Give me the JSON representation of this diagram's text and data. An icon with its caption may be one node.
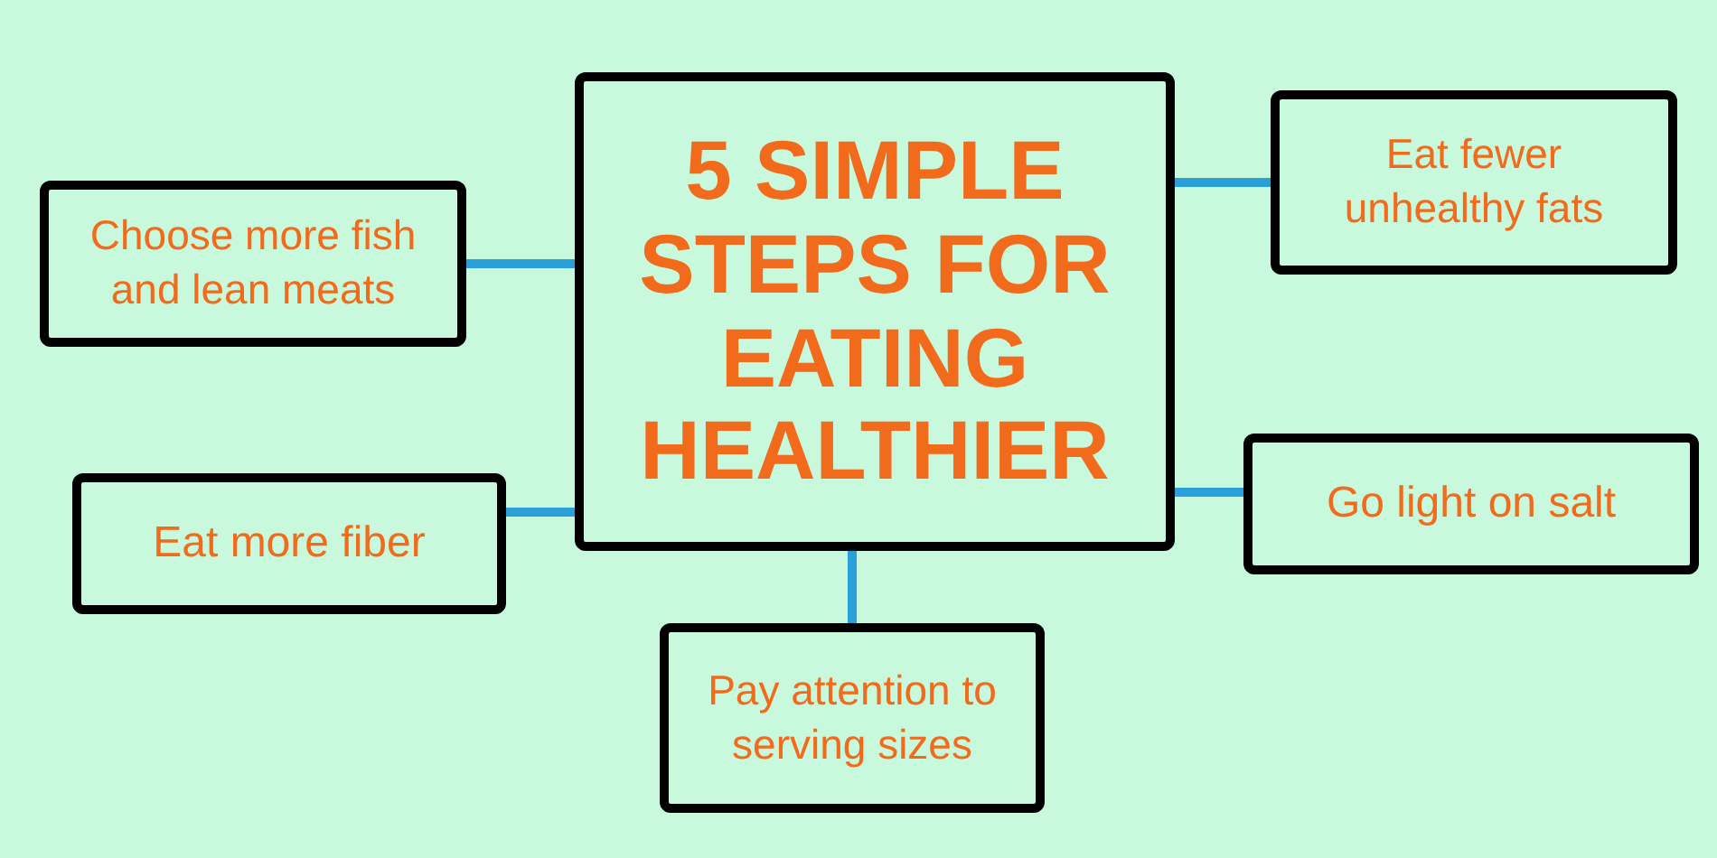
{
  "diagram": {
    "nodes": [
      {
        "text": [
          "5 SIMPLE STEPS FOR EATING HEALTHIER"
        ]
      },
      {
        "text": [
          "Choose more fish and lean meats"
        ]
      },
      {
        "text": [
          "Eat more fiber"
        ]
      },
      {
        "text": [
          "Pay attention to serving sizes"
        ]
      },
      {
        "text": [
          "Eat fewer unhealthy fats"
        ]
      },
      {
        "text": [
          "Go light on salt"
        ]
      }
    ],
    "edges": [
      {
        "from": 0,
        "to": 1,
        "arrow": "none"
      },
      {
        "from": 0,
        "to": 2,
        "arrow": "none"
      },
      {
        "from": 0,
        "to": 3,
        "arrow": "none"
      },
      {
        "from": 0,
        "to": 4,
        "arrow": "none"
      },
      {
        "from": 0,
        "to": 5,
        "arrow": "none"
      }
    ]
  }
}
